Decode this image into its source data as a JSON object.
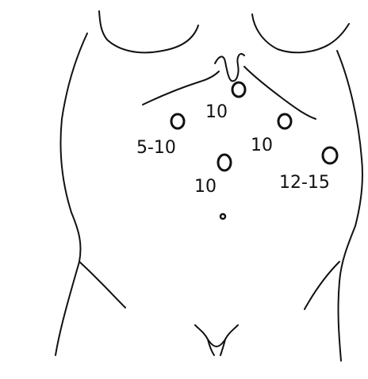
{
  "diagram": {
    "ports": [
      {
        "id": "port-top",
        "label": "10"
      },
      {
        "id": "port-left",
        "label": "5-10"
      },
      {
        "id": "port-mid-right",
        "label": "10"
      },
      {
        "id": "port-center",
        "label": "10"
      },
      {
        "id": "port-far-right",
        "label": "12-15"
      }
    ]
  },
  "colors": {
    "ink": "#111111",
    "background": "#ffffff"
  }
}
